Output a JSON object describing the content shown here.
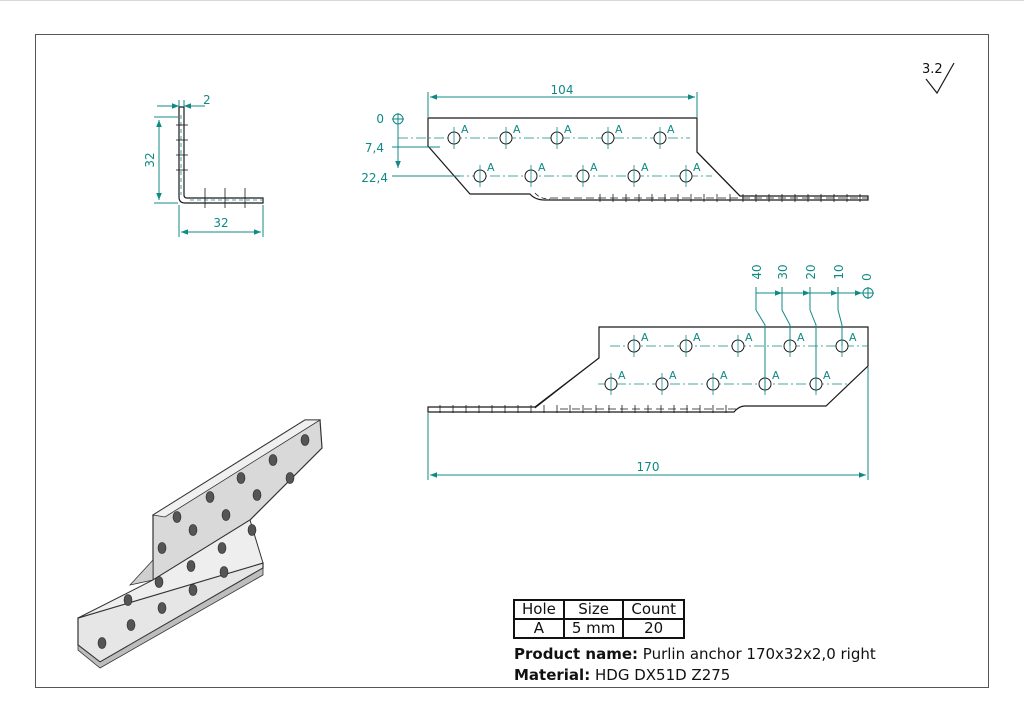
{
  "roughness": {
    "value": "3.2"
  },
  "section_view": {
    "dim_thickness": "2",
    "dim_height": "32",
    "dim_width": "32"
  },
  "top_view": {
    "dim_length": "104",
    "y_labels": [
      "0",
      "7,4",
      "22,4"
    ],
    "hole_tag": "A"
  },
  "front_view": {
    "x_labels": [
      "40",
      "30",
      "20",
      "10",
      "0"
    ],
    "dim_length": "170",
    "hole_tag": "A"
  },
  "hole_table": {
    "headers": {
      "hole": "Hole",
      "size": "Size",
      "count": "Count"
    },
    "row": {
      "hole": "A",
      "size": "5 mm",
      "count": "20"
    }
  },
  "info": {
    "product_label": "Product name:",
    "product_value": "Purlin anchor 170x32x2,0 right",
    "material_label": "Material:",
    "material_value": "HDG DX51D Z275"
  },
  "colors": {
    "dimension": "#0f8a86",
    "line": "#1a1a1a",
    "frame": "#555555"
  }
}
